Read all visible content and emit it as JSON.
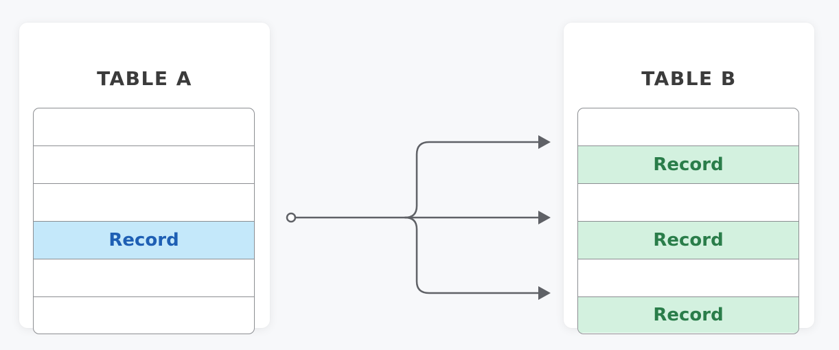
{
  "table_a": {
    "title": "TABLE A",
    "rows": [
      "",
      "",
      "",
      "Record",
      "",
      ""
    ],
    "highlight_index": 3
  },
  "table_b": {
    "title": "TABLE B",
    "rows": [
      "",
      "Record",
      "",
      "Record",
      "",
      "Record"
    ],
    "highlight_indexes": [
      1,
      3,
      5
    ]
  },
  "colors": {
    "source_highlight": "#c4e8fa",
    "source_text": "#1e5fb4",
    "target_highlight": "#d3f1df",
    "target_text": "#2a7d4a",
    "connector": "#5f6166"
  }
}
